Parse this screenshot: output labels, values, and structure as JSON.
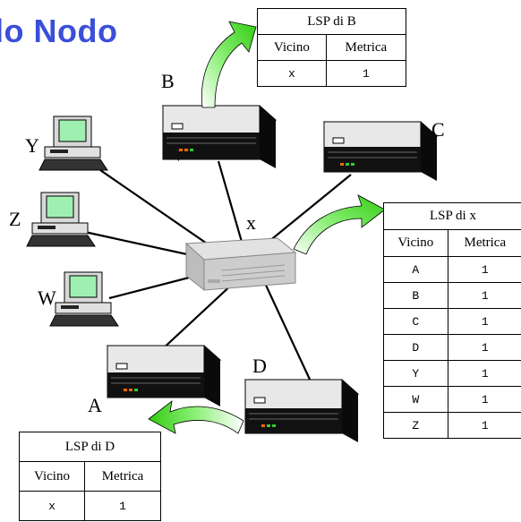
{
  "title": "lo Nodo",
  "nodes": {
    "B": "B",
    "C": "C",
    "x": "x",
    "Y": "Y",
    "Z": "Z",
    "W": "W",
    "A": "A",
    "D": "D"
  },
  "lsp_b": {
    "caption": "LSP di B",
    "headers": [
      "Vicino",
      "Metrica"
    ],
    "rows": [
      [
        "x",
        "1"
      ]
    ]
  },
  "lsp_x": {
    "caption": "LSP di x",
    "headers": [
      "Vicino",
      "Metrica"
    ],
    "rows": [
      [
        "A",
        "1"
      ],
      [
        "B",
        "1"
      ],
      [
        "C",
        "1"
      ],
      [
        "D",
        "1"
      ],
      [
        "Y",
        "1"
      ],
      [
        "W",
        "1"
      ],
      [
        "Z",
        "1"
      ]
    ]
  },
  "lsp_d": {
    "caption": "LSP di D",
    "headers": [
      "Vicino",
      "Metrica"
    ],
    "rows": [
      [
        "x",
        "1"
      ]
    ]
  },
  "colors": {
    "title": "#3a4fd8",
    "arrow": "#44dd22",
    "pc_screen": "#9ff0b0",
    "hub": "#c8c8c8"
  }
}
